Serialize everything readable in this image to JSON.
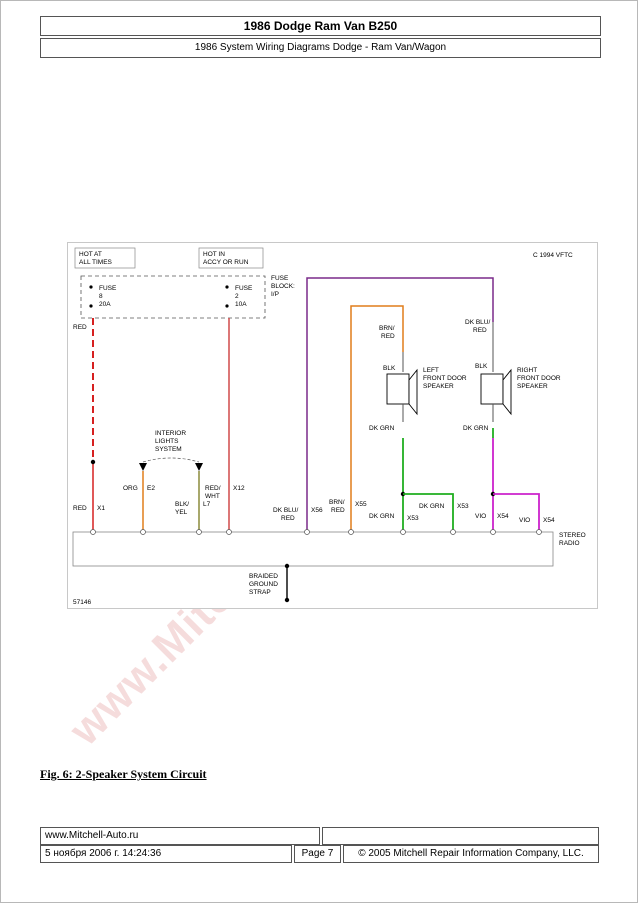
{
  "header": {
    "title": "1986 Dodge Ram Van B250",
    "subtitle": "1986 System Wiring Diagrams Dodge - Ram Van/Wagon"
  },
  "diagram": {
    "copyright": "C 1994 VFTC",
    "hot_at_all_times": [
      "HOT AT",
      "ALL TIMES"
    ],
    "hot_in_accy": [
      "HOT IN",
      "ACCY OR RUN"
    ],
    "fuse8": [
      "FUSE",
      "8",
      "20A"
    ],
    "fuse2": [
      "FUSE",
      "2",
      "10A"
    ],
    "fuse_block": [
      "FUSE",
      "BLOCK:",
      "I/P"
    ],
    "red_top": "RED",
    "interior_lights": [
      "INTERIOR",
      "LIGHTS",
      "SYSTEM"
    ],
    "org": "ORG",
    "e2": "E2",
    "blk_yel": [
      "BLK/",
      "YEL"
    ],
    "l7": "L7",
    "red_wht": [
      "RED/",
      "WHT"
    ],
    "x12": "X12",
    "red_bottom": "RED",
    "x1": "X1",
    "dk_blu_red": [
      "DK BLU/",
      "RED"
    ],
    "x56": "X56",
    "brn_red_bottom": [
      "BRN/",
      "RED"
    ],
    "x55": "X55",
    "brn_red_top": [
      "BRN/",
      "RED"
    ],
    "dk_blu_red_top": [
      "DK BLU/",
      "RED"
    ],
    "blk_left": "BLK",
    "blk_right": "BLK",
    "left_speaker": [
      "LEFT",
      "FRONT DOOR",
      "SPEAKER"
    ],
    "right_speaker": [
      "RIGHT",
      "FRONT DOOR",
      "SPEAKER"
    ],
    "dk_grn_left": "DK GRN",
    "dk_grn_right": "DK GRN",
    "dk_grn_x53": "DK GRN",
    "x53_a": "X53",
    "dk_grn_x53b": "DK GRN",
    "x53_b": "X53",
    "vio_x54": "VIO",
    "x54_a": "X54",
    "vio_x54b": "VIO",
    "x54_b": "X54",
    "stereo_radio": [
      "STEREO",
      "RADIO"
    ],
    "braided_ground": [
      "BRAIDED",
      "GROUND",
      "STRAP"
    ],
    "fig_number": "57146"
  },
  "caption": "Fig. 6: 2-Speaker System Circuit",
  "watermark": "www.Mitchell-Auto.ru",
  "footer": {
    "site": "www.Mitchell-Auto.ru",
    "date": "5 ноября 2006 г. 14:24:36",
    "page": "Page 7",
    "copyright": "© 2005 Mitchell Repair Information Company, LLC."
  },
  "colors": {
    "red_wire": "#d62020",
    "orange_wire": "#e07d1a",
    "green_wire": "#1fae1f",
    "violet_wire": "#cc22cc",
    "purple_wire": "#7a2a8a",
    "olive_wire": "#8a8a3a",
    "red_wht_wire": "#d04a4a"
  }
}
